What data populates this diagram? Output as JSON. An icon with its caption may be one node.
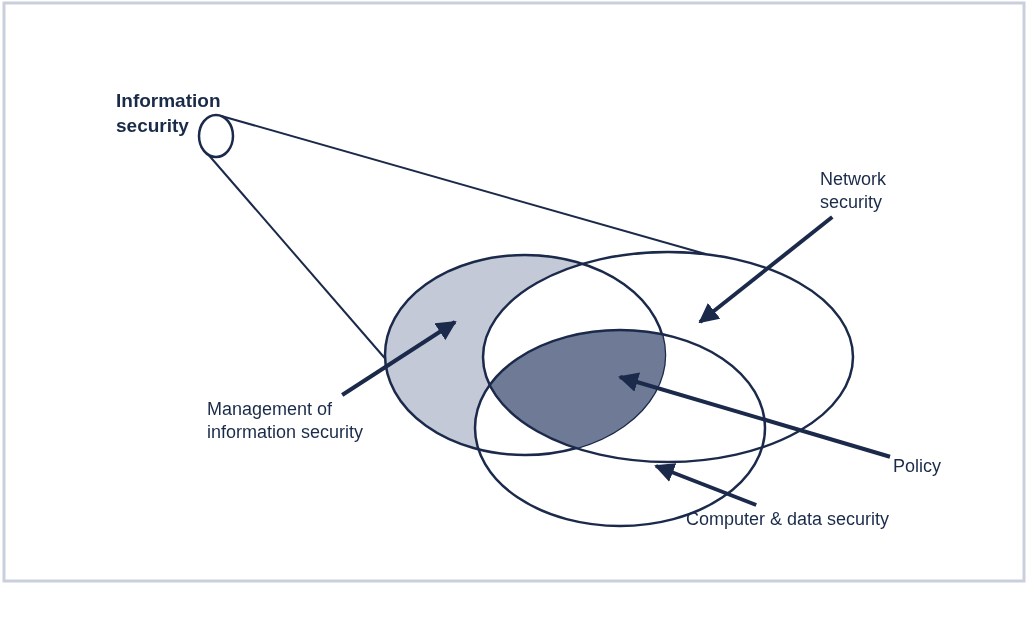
{
  "diagram": {
    "nodes": [
      {
        "text": [
          "Information security"
        ]
      },
      {
        "text": [],
        "shape": "ellipse"
      },
      {
        "text": [],
        "shape": "ellipse"
      },
      {
        "text": [],
        "shape": "ellipse"
      },
      {
        "text": [],
        "shape": "region"
      },
      {
        "text": [
          "Network security"
        ]
      },
      {
        "text": [
          "Management of information security"
        ]
      },
      {
        "text": [
          "Policy"
        ]
      },
      {
        "text": [
          "Computer & data security"
        ]
      }
    ],
    "edges": [
      {
        "from": 0,
        "to": 2,
        "arrow": "none"
      },
      {
        "from": 0,
        "to": 1,
        "arrow": "none"
      },
      {
        "from": 5,
        "to": 2,
        "arrow": "to"
      },
      {
        "from": 6,
        "to": 1,
        "arrow": "to"
      },
      {
        "from": 7,
        "to": 4,
        "arrow": "to"
      },
      {
        "from": 8,
        "to": 3,
        "arrow": "to"
      }
    ]
  }
}
